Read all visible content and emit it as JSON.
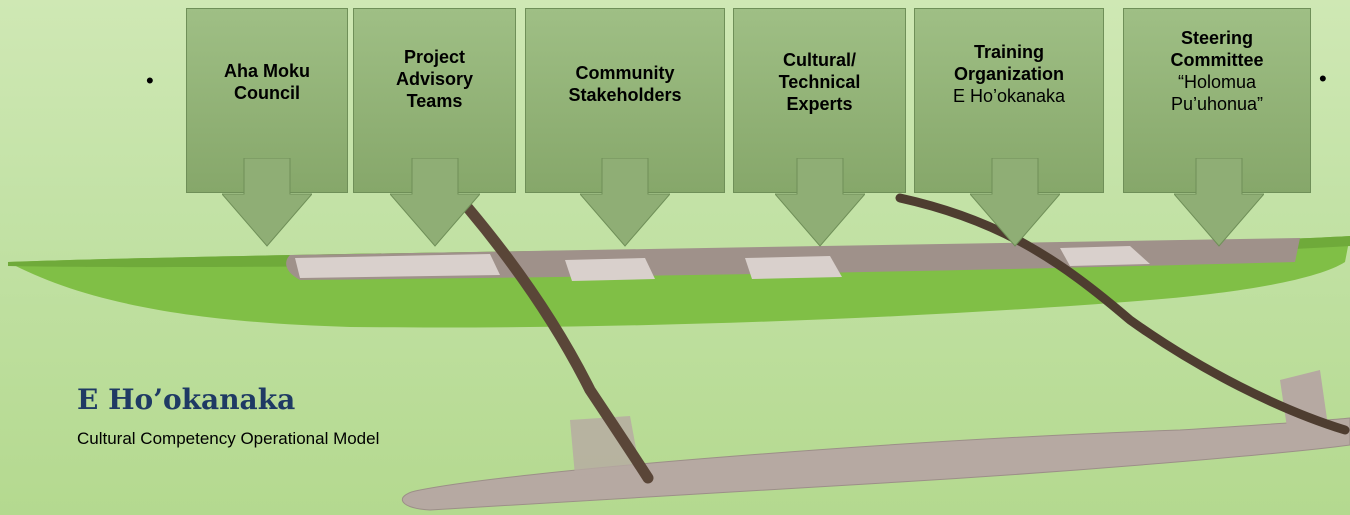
{
  "boxes": [
    {
      "lines": [
        {
          "text": "Aha Moku",
          "bold": true
        },
        {
          "text": "Council",
          "bold": true
        }
      ]
    },
    {
      "lines": [
        {
          "text": "Project",
          "bold": true
        },
        {
          "text": "Advisory",
          "bold": true
        },
        {
          "text": "Teams",
          "bold": true
        }
      ]
    },
    {
      "lines": [
        {
          "text": "Community",
          "bold": true
        },
        {
          "text": "Stakeholders",
          "bold": true
        }
      ]
    },
    {
      "lines": [
        {
          "text": "Cultural/",
          "bold": true
        },
        {
          "text": "Technical",
          "bold": true
        },
        {
          "text": "Experts",
          "bold": true
        }
      ]
    },
    {
      "lines": [
        {
          "text": "Training",
          "bold": true
        },
        {
          "text": "Organization",
          "bold": true
        },
        {
          "text": "E Ho’okanaka",
          "bold": false
        }
      ]
    },
    {
      "lines": [
        {
          "text": "Steering",
          "bold": true
        },
        {
          "text": "Committee",
          "bold": true
        },
        {
          "text": "“Holomua",
          "bold": false
        },
        {
          "text": "Pu’uhonua”",
          "bold": false
        }
      ]
    }
  ],
  "bullets": [
    "•",
    "•"
  ],
  "title": "E Ho’okanaka",
  "subtitle": "Cultural Competency Operational Model",
  "colors": {
    "background": "#c3e2a6",
    "box_fill": "#93b479",
    "canoe_hull": "#7fbe45",
    "canoe_deck": "#9c8d86",
    "outrigger": "#b3a69f",
    "iako": "#5a4638",
    "title": "#1f3a64"
  }
}
